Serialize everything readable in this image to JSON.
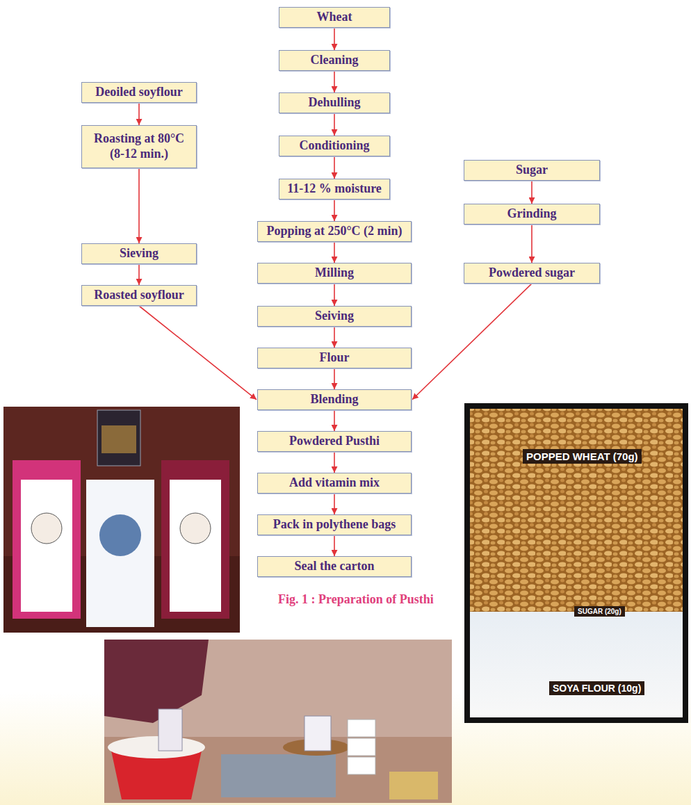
{
  "diagram": {
    "caption": "Fig. 1 : Preparation of Pusthi",
    "nodes": [
      {
        "text": [
          "Wheat"
        ]
      },
      {
        "text": [
          "Cleaning"
        ]
      },
      {
        "text": [
          "Dehulling"
        ]
      },
      {
        "text": [
          "Conditioning"
        ]
      },
      {
        "text": [
          "11-12 % moisture"
        ]
      },
      {
        "text": [
          "Popping at 250°C (2 min)"
        ]
      },
      {
        "text": [
          "Milling"
        ]
      },
      {
        "text": [
          "Seiving"
        ]
      },
      {
        "text": [
          "Flour"
        ]
      },
      {
        "text": [
          "Blending"
        ]
      },
      {
        "text": [
          "Powdered Pusthi"
        ]
      },
      {
        "text": [
          "Add vitamin mix"
        ]
      },
      {
        "text": [
          "Pack in polythene bags"
        ]
      },
      {
        "text": [
          "Seal the carton"
        ]
      },
      {
        "text": [
          "Deoiled soyflour"
        ]
      },
      {
        "text": [
          "Roasting at 80°C (8-12 min.)"
        ]
      },
      {
        "text": [
          "Sieving"
        ]
      },
      {
        "text": [
          "Roasted soyflour"
        ]
      },
      {
        "text": [
          "Sugar"
        ]
      },
      {
        "text": [
          "Grinding"
        ]
      },
      {
        "text": [
          "Powdered sugar"
        ]
      }
    ],
    "edges": [
      {
        "from": 0,
        "to": 1,
        "arrow": "to"
      },
      {
        "from": 1,
        "to": 2,
        "arrow": "to"
      },
      {
        "from": 2,
        "to": 3,
        "arrow": "to"
      },
      {
        "from": 3,
        "to": 4,
        "arrow": "to"
      },
      {
        "from": 4,
        "to": 5,
        "arrow": "to"
      },
      {
        "from": 5,
        "to": 6,
        "arrow": "to"
      },
      {
        "from": 6,
        "to": 7,
        "arrow": "to"
      },
      {
        "from": 7,
        "to": 8,
        "arrow": "to"
      },
      {
        "from": 8,
        "to": 9,
        "arrow": "to"
      },
      {
        "from": 9,
        "to": 10,
        "arrow": "to"
      },
      {
        "from": 10,
        "to": 11,
        "arrow": "to"
      },
      {
        "from": 11,
        "to": 12,
        "arrow": "to"
      },
      {
        "from": 12,
        "to": 13,
        "arrow": "to"
      },
      {
        "from": 14,
        "to": 15,
        "arrow": "to"
      },
      {
        "from": 15,
        "to": 16,
        "arrow": "to"
      },
      {
        "from": 16,
        "to": 17,
        "arrow": "to"
      },
      {
        "from": 17,
        "to": 9,
        "arrow": "to"
      },
      {
        "from": 18,
        "to": 19,
        "arrow": "to"
      },
      {
        "from": 19,
        "to": 20,
        "arrow": "to"
      },
      {
        "from": 20,
        "to": 9,
        "arrow": "to"
      }
    ],
    "labels": [
      "POPPED WHEAT (70g)",
      "SUGAR (20g)",
      "SOYA FLOUR (10g)"
    ]
  }
}
